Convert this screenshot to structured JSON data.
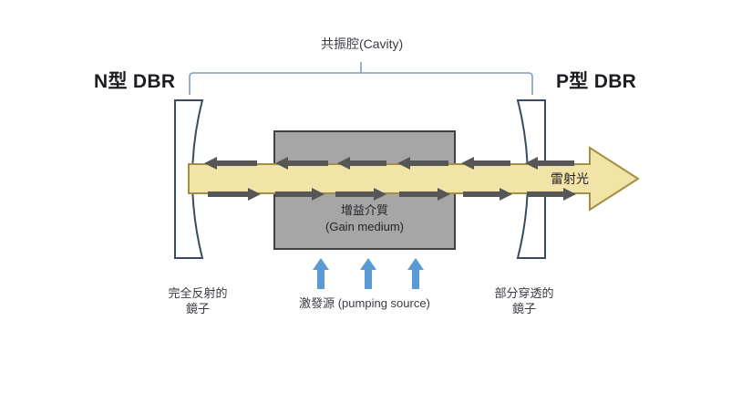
{
  "diagram": {
    "title_left": "N型 DBR",
    "title_right": "P型 DBR",
    "cavity_label": "共振腔(Cavity)",
    "gain_medium_line1": "增益介質",
    "gain_medium_line2": "(Gain medium)",
    "output_beam_label": "雷射光",
    "mirror_left_line1": "完全反射的",
    "mirror_left_line2": "鏡子",
    "mirror_right_line1": "部分穿透的",
    "mirror_right_line2": "鏡子",
    "pumping_label": "激發源 (pumping source)"
  },
  "colors": {
    "background": "#ffffff",
    "beam_fill": "#f2e3a6",
    "beam_stroke": "#a39048",
    "gain_fill": "#a6a6a6",
    "gain_stroke": "#3f3f46",
    "mirror_stroke": "#3c4a60",
    "bracket_stroke": "#7f9dbf",
    "internal_arrow": "#565656",
    "pump_arrow": "#5b9bd5",
    "text_dark": "#1c1c22",
    "text_body": "#3a3a42"
  },
  "icons": {
    "beam_right": "right-arrow",
    "beam_left": "left-arrow",
    "pump": "up-arrow"
  },
  "internal_arrows": {
    "upper_direction": "left",
    "lower_direction": "right",
    "upper_count": 6,
    "lower_count": 6
  },
  "pump_arrows": {
    "count": 3
  }
}
